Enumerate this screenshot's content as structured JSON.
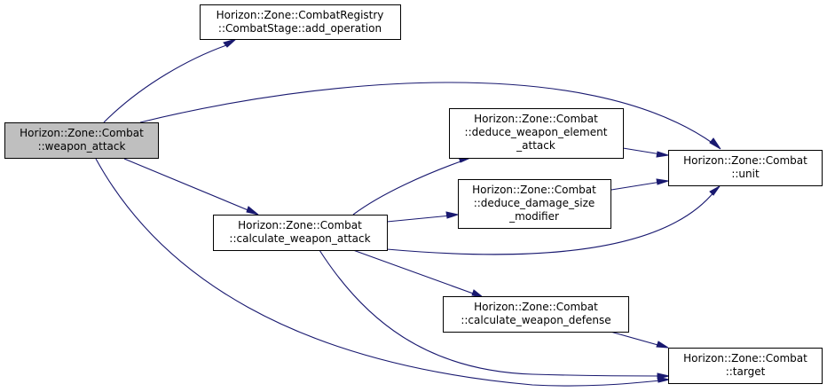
{
  "graph": {
    "edge_color": "#191970",
    "current_node_fill": "#bfbfbf",
    "nodes": {
      "weapon_attack": {
        "line1": "Horizon::Zone::Combat",
        "line2": "::weapon_attack"
      },
      "add_operation": {
        "line1": "Horizon::Zone::CombatRegistry",
        "line2": "::CombatStage::add_operation"
      },
      "calculate_weapon_attack": {
        "line1": "Horizon::Zone::Combat",
        "line2": "::calculate_weapon_attack"
      },
      "deduce_weapon_element_attack": {
        "line1": "Horizon::Zone::Combat",
        "line2": "::deduce_weapon_element",
        "line3": "_attack"
      },
      "deduce_damage_size_modifier": {
        "line1": "Horizon::Zone::Combat",
        "line2": "::deduce_damage_size",
        "line3": "_modifier"
      },
      "calculate_weapon_defense": {
        "line1": "Horizon::Zone::Combat",
        "line2": "::calculate_weapon_defense"
      },
      "unit": {
        "line1": "Horizon::Zone::Combat",
        "line2": "::unit"
      },
      "target": {
        "line1": "Horizon::Zone::Combat",
        "line2": "::target"
      }
    }
  }
}
